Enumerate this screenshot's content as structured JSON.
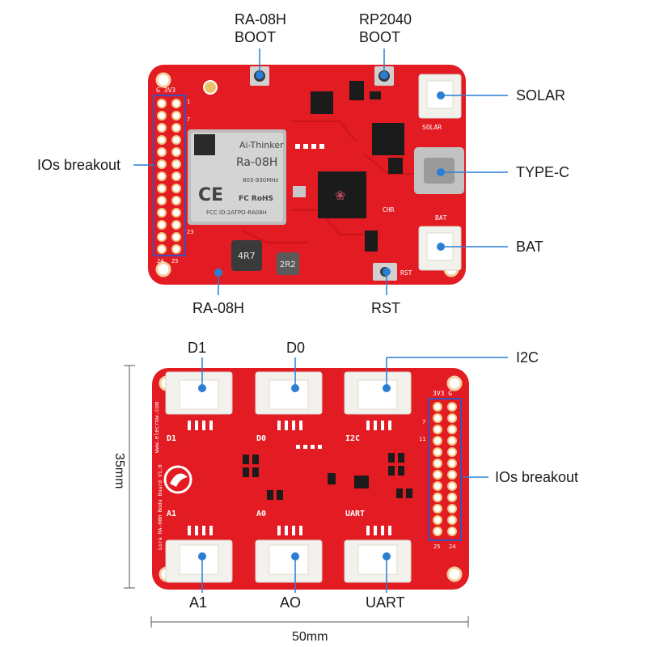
{
  "colors": {
    "pcb_red": "#e31b23",
    "pcb_dark": "#b5121a",
    "callout_blue": "#2a7fd4",
    "header_frame": "#3d4fb8",
    "connector_white": "#f3f1ec",
    "chip_black": "#1b1b1b"
  },
  "top_board": {
    "callouts": {
      "ra08h_boot_line1": "RA-08H",
      "ra08h_boot_line2": "BOOT",
      "rp2040_boot_line1": "RP2040",
      "rp2040_boot_line2": "BOOT",
      "solar": "SOLAR",
      "type_c": "TYPE-C",
      "bat": "BAT",
      "rst": "RST",
      "ra08h": "RA-08H",
      "ios_breakout": "IOs breakout"
    },
    "module": {
      "brand": "Ai-Thinker",
      "model": "Ra-08H",
      "freq": "803-930MHz",
      "ce": "CE",
      "fc": "FC RoHS",
      "fcc": "FCC ID:2ATPO-RA08H"
    },
    "silk": {
      "header_top": "G 3V3",
      "pin_1": "1",
      "pin_7": "7",
      "pin_23": "23",
      "pin_24": "24",
      "pin_25": "25",
      "inductor_1": "4R7",
      "inductor_2": "2R2",
      "solar": "SOLAR",
      "chr": "CHR",
      "bat": "BAT",
      "rst": "RST"
    }
  },
  "bottom_board": {
    "callouts": {
      "d1": "D1",
      "d0": "D0",
      "i2c": "I2C",
      "ios_breakout": "IOs breakout",
      "a1": "A1",
      "ao": "AO",
      "uart": "UART"
    },
    "dimensions": {
      "height": "35mm",
      "width": "50mm"
    },
    "silk": {
      "header_top": "3V3 G",
      "pin_7": "7",
      "pin_11": "11",
      "pin_25": "25",
      "pin_24": "24",
      "d1": "D1",
      "d0": "D0",
      "i2c": "I2C",
      "a1": "A1",
      "a0": "A0",
      "uart": "UART",
      "website": "www.elecrow.com",
      "board_name": "Lora RA-08H Node Board V1.0"
    }
  }
}
